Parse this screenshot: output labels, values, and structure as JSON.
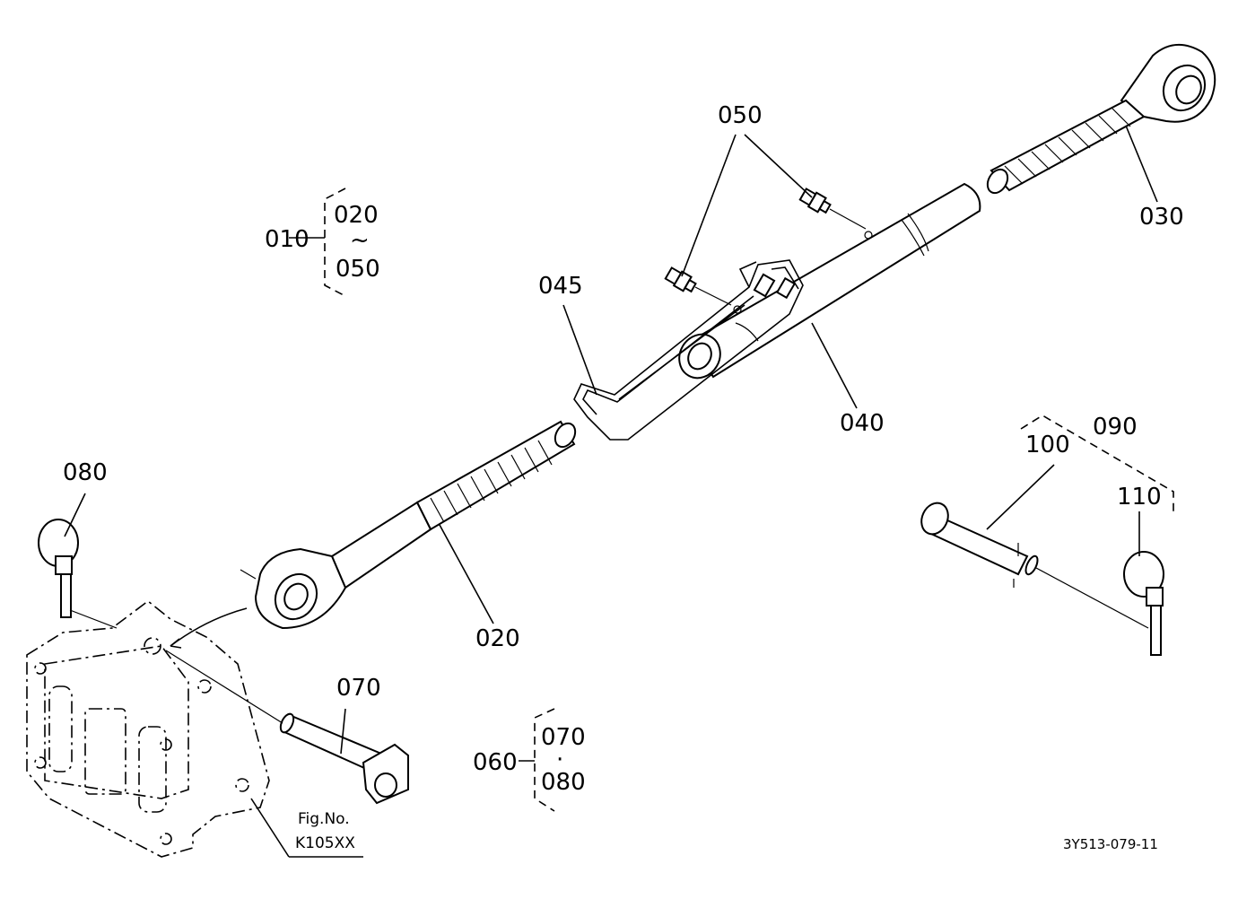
{
  "callouts": {
    "p010": "010",
    "p020_group": "020",
    "p020_tilde": "~",
    "p050_group": "050",
    "p020": "020",
    "p030": "030",
    "p040": "040",
    "p045": "045",
    "p050": "050",
    "p060": "060",
    "p070_group": "070",
    "p070_dot": "·",
    "p080_group": "080",
    "p070": "070",
    "p080": "080",
    "p090": "090",
    "p100": "100",
    "p110": "110"
  },
  "fig_ref": {
    "line1": "Fig.No.",
    "line2": "K105XX"
  },
  "drawing_number": "3Y513-079-11"
}
